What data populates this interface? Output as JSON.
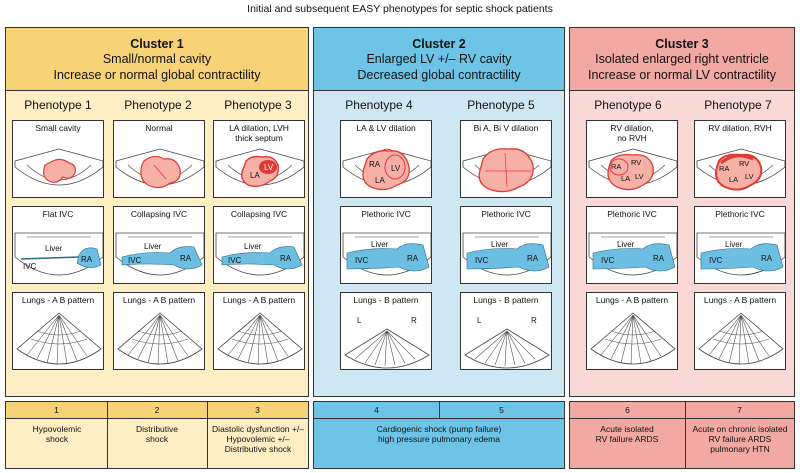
{
  "title": "Initial and subsequent EASY phenotypes for septic shock patients",
  "clusters": [
    {
      "name": "Cluster 1",
      "line1": "Small/normal cavity",
      "line2": "Increase or normal global contractility"
    },
    {
      "name": "Cluster 2",
      "line1": "Enlarged LV +/– RV cavity",
      "line2": "Decreased global contractility"
    },
    {
      "name": "Cluster 3",
      "line1": "Isolated enlarged right ventricle",
      "line2": "Increase or normal LV contractility"
    }
  ],
  "phenotypes": [
    "Phenotype 1",
    "Phenotype 2",
    "Phenotype 3",
    "Phenotype 4",
    "Phenotype 5",
    "Phenotype 6",
    "Phenotype 7"
  ],
  "heart_labels": [
    "Small cavity",
    "Normal",
    "LA dilation, LVH",
    "LA & LV dilation",
    "Bi A, Bi V dilation",
    "RV dilation,",
    "RV dilation, RVH"
  ],
  "heart_labels_2": [
    "",
    "",
    "thick septum",
    "",
    "",
    "no RVH",
    ""
  ],
  "ivc_labels": [
    "Flat IVC",
    "Collapsing IVC",
    "Collapsing IVC",
    "Plethoric IVC",
    "Plethoric IVC",
    "Plethoric IVC",
    "Plethoric IVC"
  ],
  "lung_labels": [
    "Lungs - A B pattern",
    "Lungs - A B pattern",
    "Lungs - A B pattern",
    "Lungs - B pattern",
    "Lungs - B pattern",
    "Lungs - A B pattern",
    "Lungs - A B pattern"
  ],
  "anat": {
    "liver": "Liver",
    "ivc": "IVC",
    "ra": "RA",
    "la": "LA",
    "lv": "LV",
    "rv": "RV",
    "l": "L",
    "r": "R"
  },
  "numbers": [
    "1",
    "2",
    "3",
    "4",
    "5",
    "6",
    "7"
  ],
  "dx": {
    "d1": "Hypovolemic shock",
    "d2": "Distributive shock",
    "d3": "Diastolic dysfunction +/– Hypovolemic +/– Distributive shock",
    "d45": "Cardiogenic shock (pump failure) high pressure pulmonary edema",
    "d6": "Acute isolated RV failure ARDS",
    "d7": "Acute on chronic isolated RV failure ARDS pulmonary HTN"
  },
  "colors": {
    "heart": "#e03a36",
    "heart_fill": "#f6b0a6",
    "ivc": "#6cbfe2"
  }
}
